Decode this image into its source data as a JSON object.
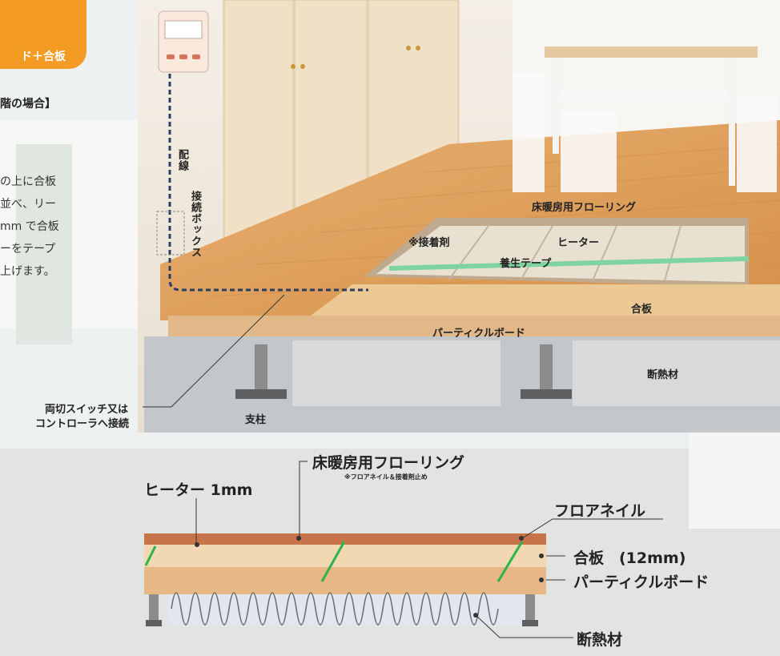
{
  "header": {
    "tag_label": "ド＋合板",
    "case_heading": "階の場合】"
  },
  "body_text": [
    "の上に合板",
    "並べ、リー",
    "mm で合板",
    "ーをテープ",
    "上げます。"
  ],
  "room_diagram": {
    "wiring": "配線",
    "junction_box": "接続ボックス",
    "flooring": "床暖房用フローリング",
    "adhesive": "※接着剤",
    "heater": "ヒーター",
    "curing_tape": "養生テープ",
    "plywood": "合板",
    "particle_board": "パーティクルボード",
    "insulation": "断熱材",
    "post": "支柱",
    "switch_connect_1": "両切スイッチ又は",
    "switch_connect_2": "コントローラへ接続"
  },
  "cross_section": {
    "flooring": "床暖房用フローリング",
    "flooring_note": "※フロアネイル＆接着剤止め",
    "heater": "ヒーター 1mm",
    "floor_nail": "フロアネイル",
    "plywood": "合板　(12mm)",
    "particle_board": "パーティクルボード",
    "insulation": "断熱材"
  },
  "colors": {
    "accent_orange": "#f39b23",
    "floor_wood": "#e0a45e",
    "tape_green": "#5cc28a",
    "nail_green": "#2cb34a"
  }
}
